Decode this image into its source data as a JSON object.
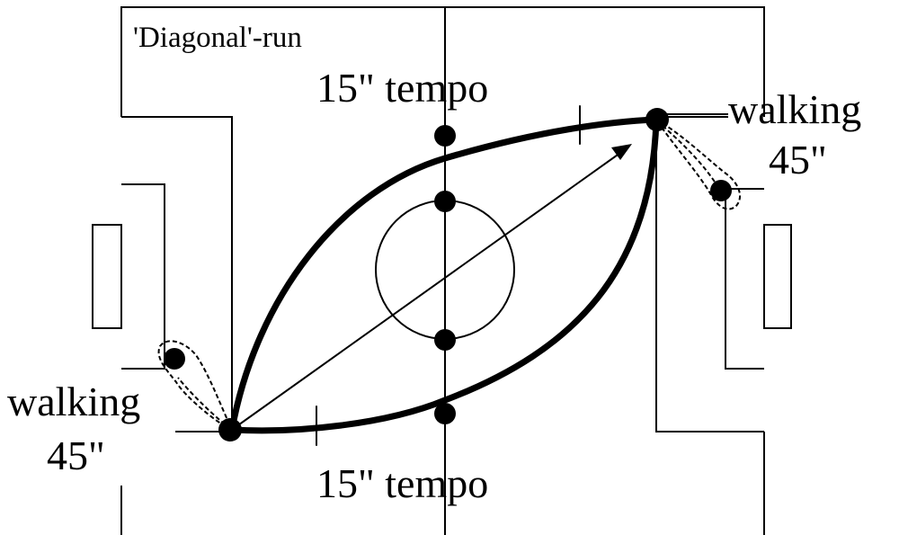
{
  "diagram": {
    "title": "'Diagonal'-run",
    "tempo_top": "15\" tempo",
    "tempo_bottom": "15\" tempo",
    "walk_left_line1": "walking",
    "walk_left_line2": "45\"",
    "walk_right_line1": "walking",
    "walk_right_line2": "45\""
  }
}
